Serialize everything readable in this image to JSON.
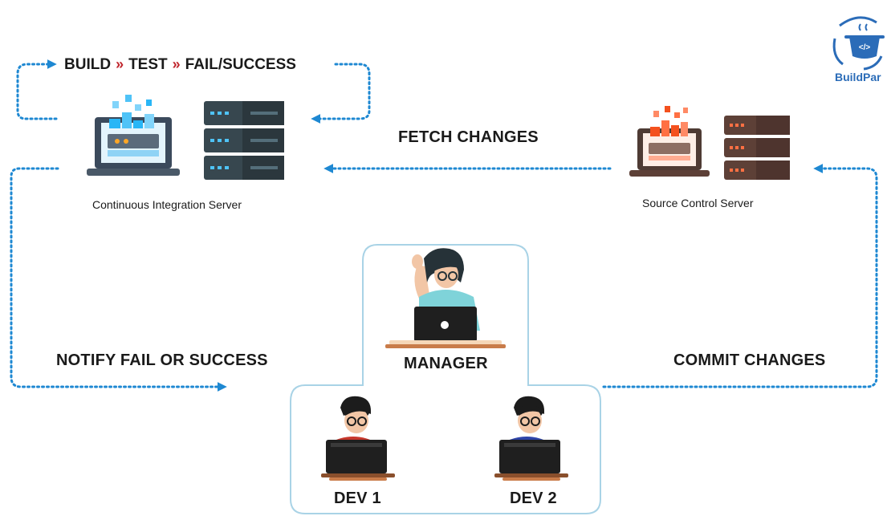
{
  "flow": {
    "build": "BUILD",
    "test": "TEST",
    "fail_success": "FAIL/SUCCESS",
    "separator": "»"
  },
  "labels": {
    "fetch_changes": "FETCH CHANGES",
    "notify": "NOTIFY FAIL OR SUCCESS",
    "commit_changes": "COMMIT CHANGES",
    "ci_server": "Continuous Integration Server",
    "source_server": "Source Control Server",
    "manager": "MANAGER",
    "dev1": "DEV 1",
    "dev2": "DEV 2"
  },
  "logo": {
    "text": "BuildPar",
    "icon_text": "</>"
  },
  "colors": {
    "arrow": "#1e88d2",
    "ci_accent": "#4fc3f7",
    "source_accent": "#e8552f",
    "server_dark": "#37474f",
    "source_server_dark": "#5d4037",
    "chevron": "#c0262d"
  }
}
